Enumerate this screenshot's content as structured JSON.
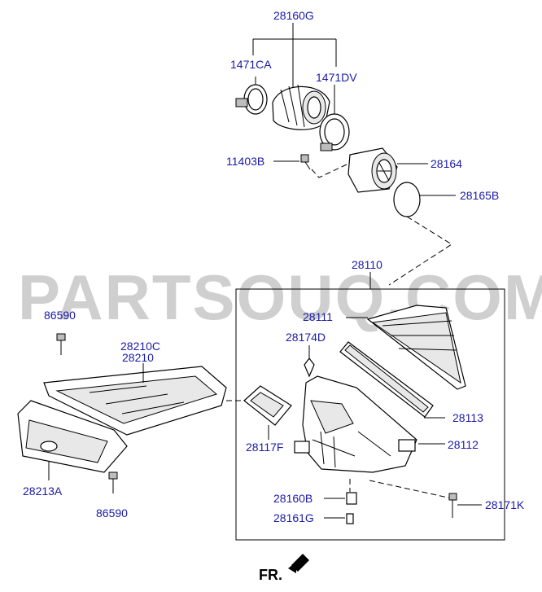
{
  "watermark": "PARTSOUQ.COM",
  "direction_label": "FR.",
  "callouts": {
    "c28160G": "28160G",
    "c1471CA": "1471CA",
    "c1471DV": "1471DV",
    "c11403B": "11403B",
    "c28164": "28164",
    "c28165B": "28165B",
    "c28110": "28110",
    "c28111": "28111",
    "c28174D": "28174D",
    "c86590a": "86590",
    "c28210C": "28210C",
    "c28210": "28210",
    "c28113": "28113",
    "c28112": "28112",
    "c28117F": "28117F",
    "c28213A": "28213A",
    "c28160B": "28160B",
    "c28171K": "28171K",
    "c28161G": "28161G",
    "c86590b": "86590"
  }
}
